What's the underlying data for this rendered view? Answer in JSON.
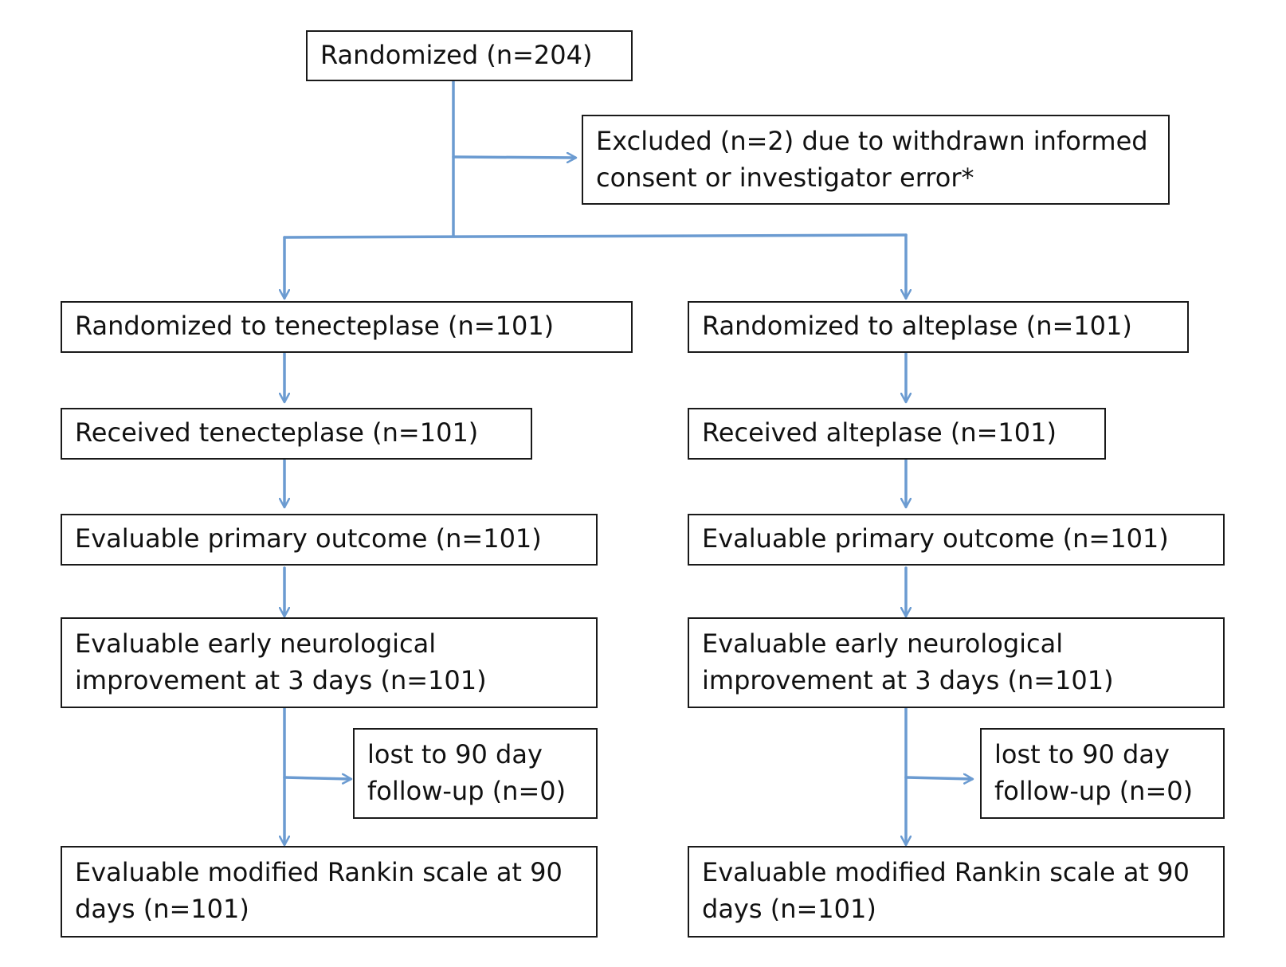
{
  "colors": {
    "connector": "#6b9bd1",
    "box_border": "#1a1a1a",
    "text": "#111111",
    "background": "#ffffff"
  },
  "nodes": {
    "randomized": "Randomized (n=204)",
    "excluded": "Excluded (n=2) due to withdrawn informed\nconsent or investigator error*",
    "tnk_randomized": "Randomized to tenecteplase (n=101)",
    "tnk_received": "Received tenecteplase (n=101)",
    "tnk_primary": "Evaluable primary outcome (n=101)",
    "tnk_early": "Evaluable early neurological\nimprovement at 3 days (n=101)",
    "tnk_lost": "lost to 90 day\nfollow-up (n=0)",
    "tnk_mrs": "Evaluable modified Rankin scale at 90\ndays (n=101)",
    "alt_randomized": "Randomized to alteplase (n=101)",
    "alt_received": "Received alteplase (n=101)",
    "alt_primary": "Evaluable primary outcome (n=101)",
    "alt_early": "Evaluable early neurological\nimprovement at 3 days (n=101)",
    "alt_lost": "lost to 90 day\nfollow-up (n=0)",
    "alt_mrs": "Evaluable modified Rankin scale at 90\ndays (n=101)"
  }
}
